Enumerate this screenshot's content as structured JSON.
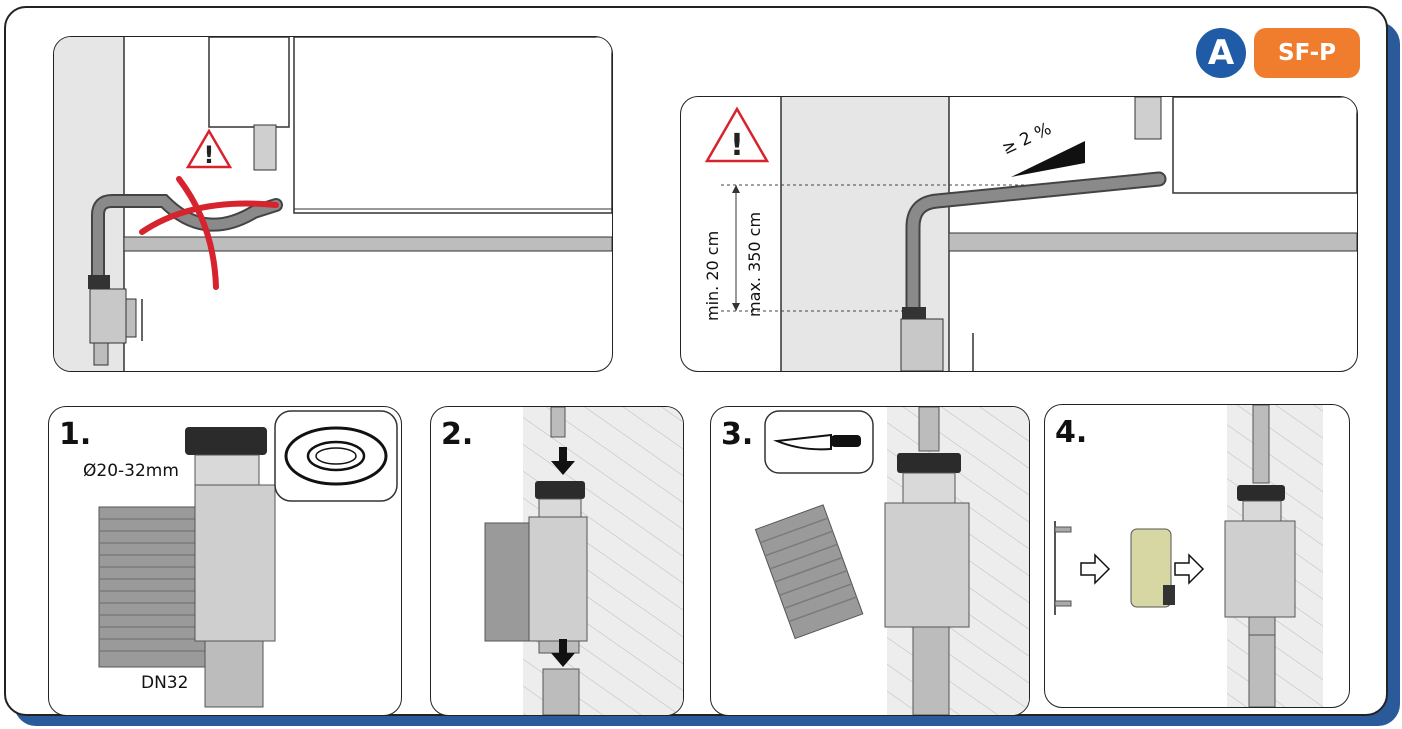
{
  "badges": {
    "letter": "A",
    "model": "SF-P"
  },
  "top_right_panel": {
    "slope_label": "≥ 2 %",
    "min_height": "min. 20 cm",
    "max_height": "max. 350 cm"
  },
  "steps": [
    {
      "number": "1.",
      "inlet_label": "Ø20-32mm",
      "outlet_label": "DN32"
    },
    {
      "number": "2."
    },
    {
      "number": "3."
    },
    {
      "number": "4."
    }
  ],
  "colors": {
    "accent_blue": "#1f5ba6",
    "accent_orange": "#f07d2e",
    "warning_red": "#d7232e",
    "pipe_grey": "#8a8a8a",
    "wall_grey": "#e6e6e6"
  },
  "icons": [
    "warning-icon",
    "cross-mark-icon",
    "arrow-down-icon",
    "knife-icon",
    "seal-ring-icon",
    "outline-arrow-right-icon"
  ]
}
